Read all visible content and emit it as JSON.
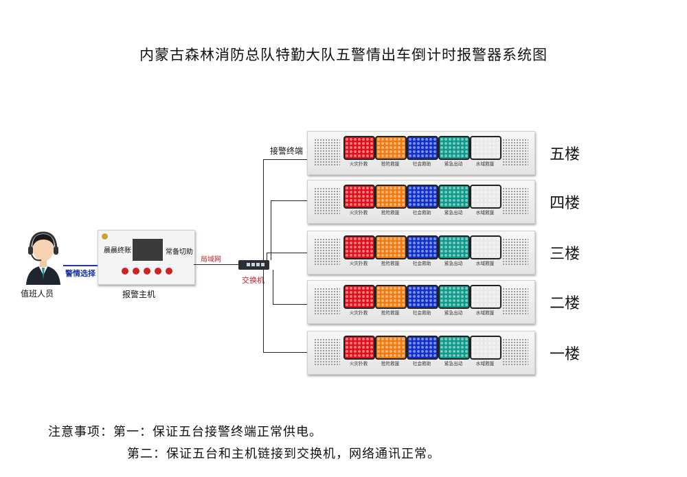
{
  "title": "内蒙古森林消防总队特勤大队五警情出车倒计时报警器系统图",
  "operator": {
    "label": "值班人员",
    "link_label": "警情选择"
  },
  "host": {
    "label": "报警主机",
    "screen_left_text": "晨晨终账",
    "screen_right_text": "常备切助"
  },
  "network": {
    "lan_label": "局域网",
    "switch_label": "交换机",
    "terminal_label": "接警终端"
  },
  "colors": {
    "red": "#e0101a",
    "orange": "#f07a10",
    "blue": "#1030c8",
    "teal": "#0e9a8a",
    "white": "#e8e8e8",
    "link_text": "#1a3aa0",
    "net_text": "#c0202a"
  },
  "panels": [
    {
      "floor": "五楼",
      "lamps": [
        "火灾扑救",
        "抢险救援",
        "社会救助",
        "紧急出动",
        "水域救援"
      ]
    },
    {
      "floor": "四楼",
      "lamps": [
        "火灾扑救",
        "抢险救援",
        "社会救助",
        "紧急出动",
        "水域救援"
      ]
    },
    {
      "floor": "三楼",
      "lamps": [
        "火灾扑救",
        "抢险救援",
        "社会救助",
        "紧急出动",
        "水域救援"
      ]
    },
    {
      "floor": "二楼",
      "lamps": [
        "火灾扑救",
        "抢险救援",
        "社会救助",
        "紧急出动",
        "水域救援"
      ]
    },
    {
      "floor": "一楼",
      "lamps": [
        "火灾扑救",
        "抢险救援",
        "社会救助",
        "紧急出动",
        "水域救援"
      ]
    }
  ],
  "notes": {
    "line1": "注意事项：第一：保证五台接警终端正常供电。",
    "line2": "第二：保证五台和主机链接到交换机，网络通讯正常。"
  }
}
